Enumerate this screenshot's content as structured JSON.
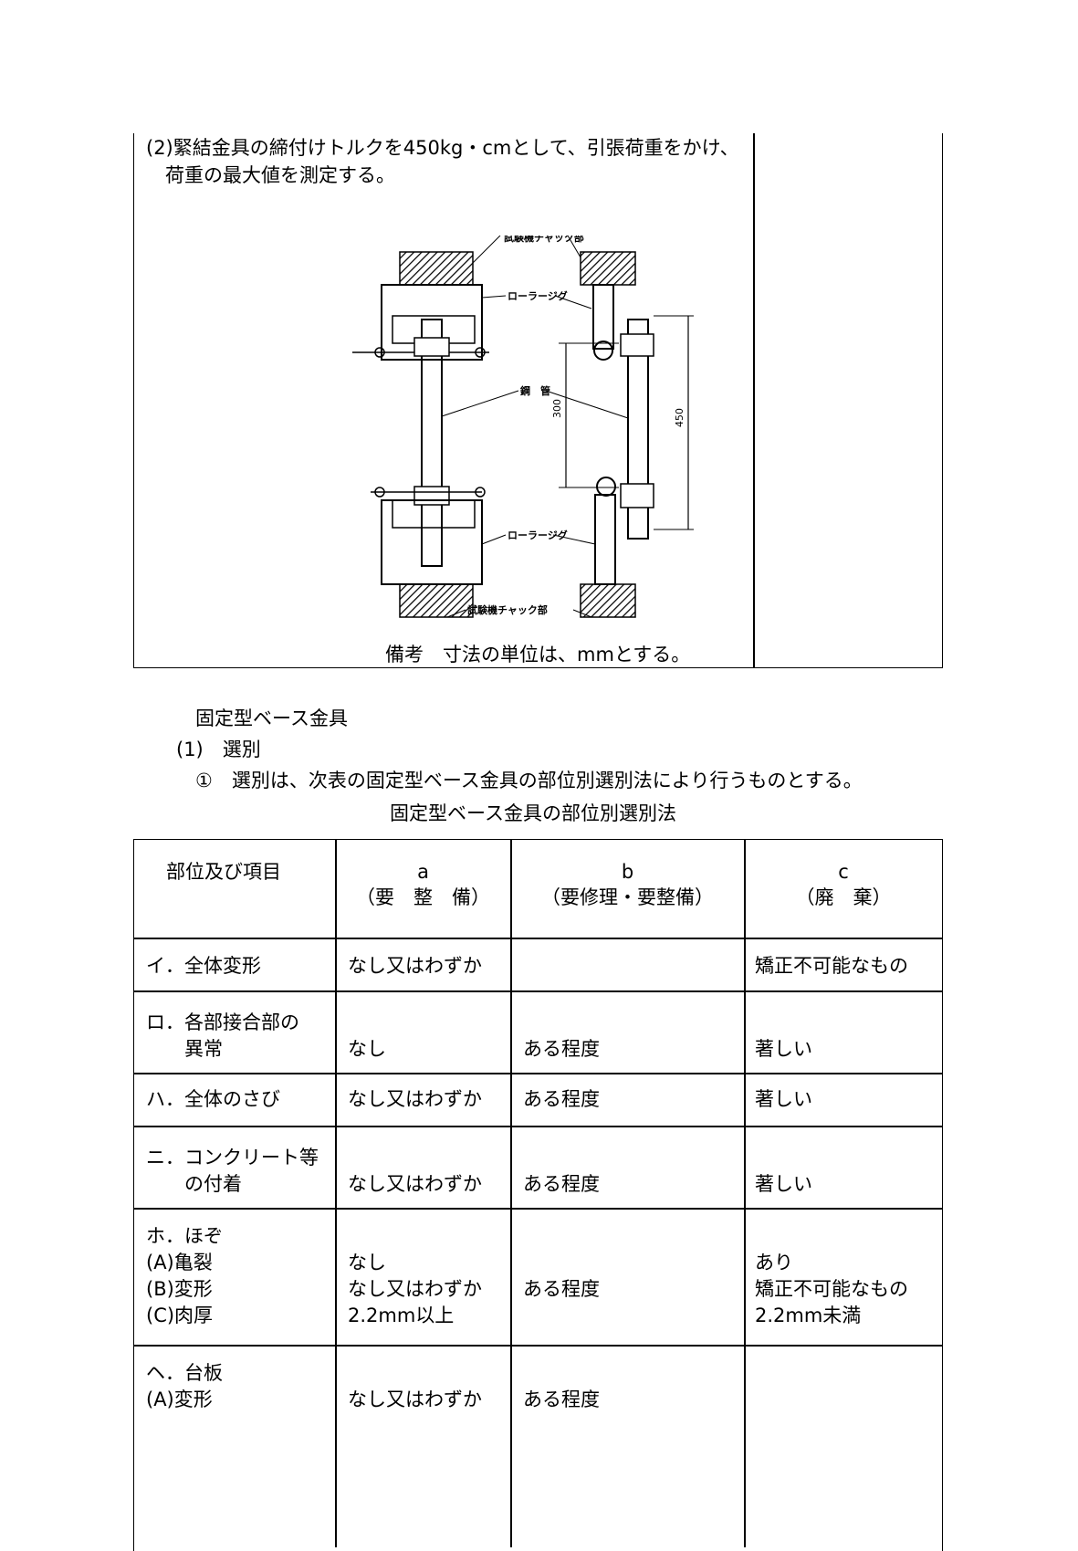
{
  "test_section": {
    "line1": "(2)緊結金具の締付けトルクを450kg・cmとして、引張荷重をかけ、",
    "line2": "荷重の最大値を測定する。",
    "note": "備考　寸法の単位は、mmとする。"
  },
  "figure": {
    "label_chuck_top": "試験機チャック部",
    "label_chuck_bottom": "試験機チャック部",
    "label_jig_top": "ローラージグ",
    "label_jig_bottom": "ローラージグ",
    "label_pipe": "鋼　管",
    "dim_inner": "300",
    "dim_outer": "450"
  },
  "section": {
    "heading": "固定型ベース金具",
    "sub": "(1)　選別",
    "item": "①　選別は、次表の固定型ベース金具の部位別選別法により行うものとする。",
    "table_title": "固定型ベース金具の部位別選別法"
  },
  "table": {
    "headers": [
      {
        "l1": "部位及び項目",
        "l2": ""
      },
      {
        "l1": "a",
        "l2": "（要　整　備）"
      },
      {
        "l1": "b",
        "l2": "（要修理・要整備）"
      },
      {
        "l1": "c",
        "l2": "（廃　棄）"
      }
    ],
    "rows": [
      {
        "item": [
          "イ．全体変形"
        ],
        "a": [
          ""
        ],
        "b": [
          ""
        ],
        "c": [
          "矯正不可能なもの"
        ]
      },
      {
        "item": [
          "ロ．各部接合部の",
          "　　異常"
        ],
        "a": [
          "",
          "なし"
        ],
        "b": [
          "",
          "ある程度"
        ],
        "c": [
          "",
          "著しい"
        ]
      },
      {
        "item": [
          "ハ．全体のさび"
        ],
        "a": [
          "なし又はわずか"
        ],
        "b": [
          "ある程度"
        ],
        "c": [
          "著しい"
        ]
      },
      {
        "item": [
          "ニ．コンクリート等",
          "　　の付着"
        ],
        "a": [
          "",
          "なし又はわずか"
        ],
        "b": [
          "",
          "ある程度"
        ],
        "c": [
          "",
          "著しい"
        ]
      },
      {
        "item": [
          "ホ．ほぞ",
          "(A)亀裂",
          "(B)変形",
          "(C)肉厚"
        ],
        "a": [
          "",
          "なし",
          "なし又はわずか",
          "2.2mm以上"
        ],
        "b": [
          "",
          "",
          "ある程度",
          ""
        ],
        "c": [
          "",
          "あり",
          "矯正不可能なもの",
          "2.2mm未満"
        ]
      },
      {
        "item": [
          "ヘ．台板",
          "(A)変形"
        ],
        "a": [
          "",
          "なし又はわずか"
        ],
        "b": [
          "",
          "ある程度"
        ],
        "c": [
          "",
          ""
        ]
      }
    ],
    "row1_a": "なし又はわずか"
  }
}
